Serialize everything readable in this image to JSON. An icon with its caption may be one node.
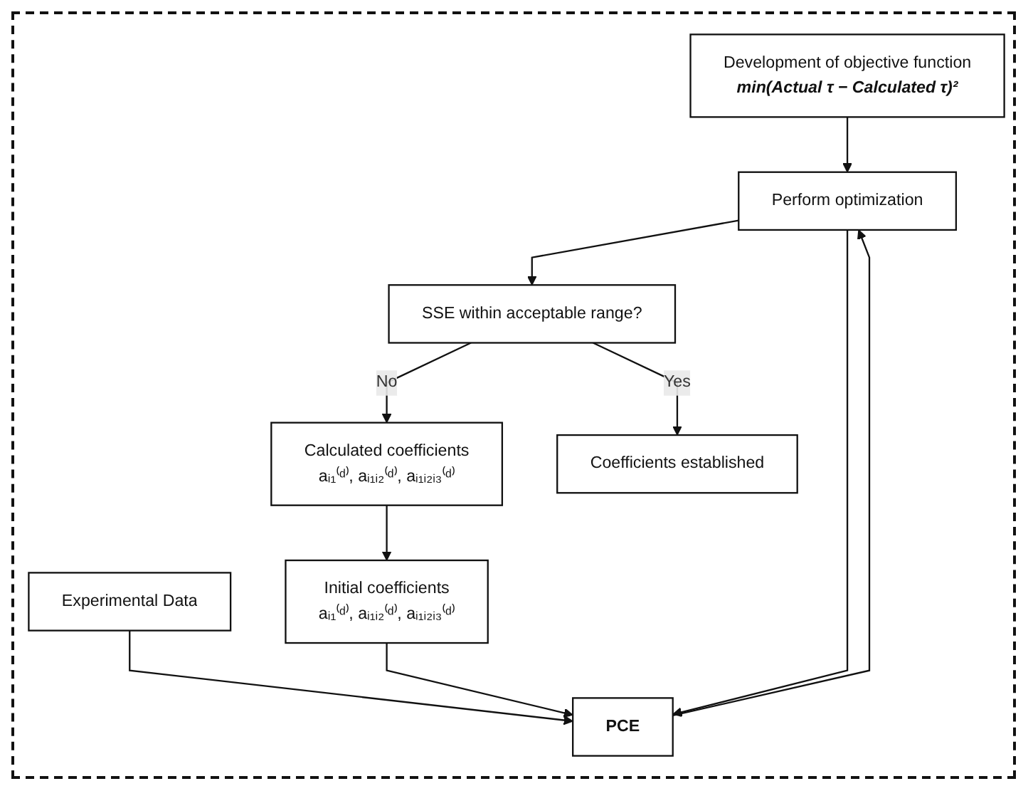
{
  "diagram": {
    "nodes": [
      {
        "text": [
          "Development of objective function",
          "min(Actual τ − Calculated τ)²"
        ]
      },
      {
        "text": [
          "Experimental Data"
        ]
      },
      {
        "text": [
          "PCE"
        ]
      },
      {
        "text": [
          "Initial coefficients",
          "aᵢ₁⁽ᵈ⁾, aᵢ₁ᵢ₂⁽ᵈ⁾, aᵢ₁ᵢ₂ᵢ₃⁽ᵈ⁾"
        ]
      },
      {
        "text": [
          "Perform optimization"
        ]
      },
      {
        "text": [
          "Calculated coefficients",
          "aᵢ₁⁽ᵈ⁾, aᵢ₁ᵢ₂⁽ᵈ⁾, aᵢ₁ᵢ₂ᵢ₃⁽ᵈ⁾"
        ]
      },
      {
        "text": [
          "SSE within acceptable range?"
        ]
      },
      {
        "text": [
          "Coefficients established"
        ]
      }
    ],
    "edges": [
      {
        "from": 0,
        "to": 4,
        "arrow": "to"
      },
      {
        "from": 1,
        "to": 2,
        "arrow": "to"
      },
      {
        "from": 3,
        "to": 2,
        "arrow": "to"
      },
      {
        "from": 2,
        "to": 4,
        "arrow": "to"
      },
      {
        "from": 4,
        "to": 2,
        "arrow": "to"
      },
      {
        "from": 4,
        "to": 6,
        "arrow": "to"
      },
      {
        "from": 6,
        "to": 5,
        "label": "No",
        "arrow": "to"
      },
      {
        "from": 5,
        "to": 3,
        "arrow": "to"
      },
      {
        "from": 6,
        "to": 7,
        "label": "Yes",
        "arrow": "to"
      }
    ]
  }
}
